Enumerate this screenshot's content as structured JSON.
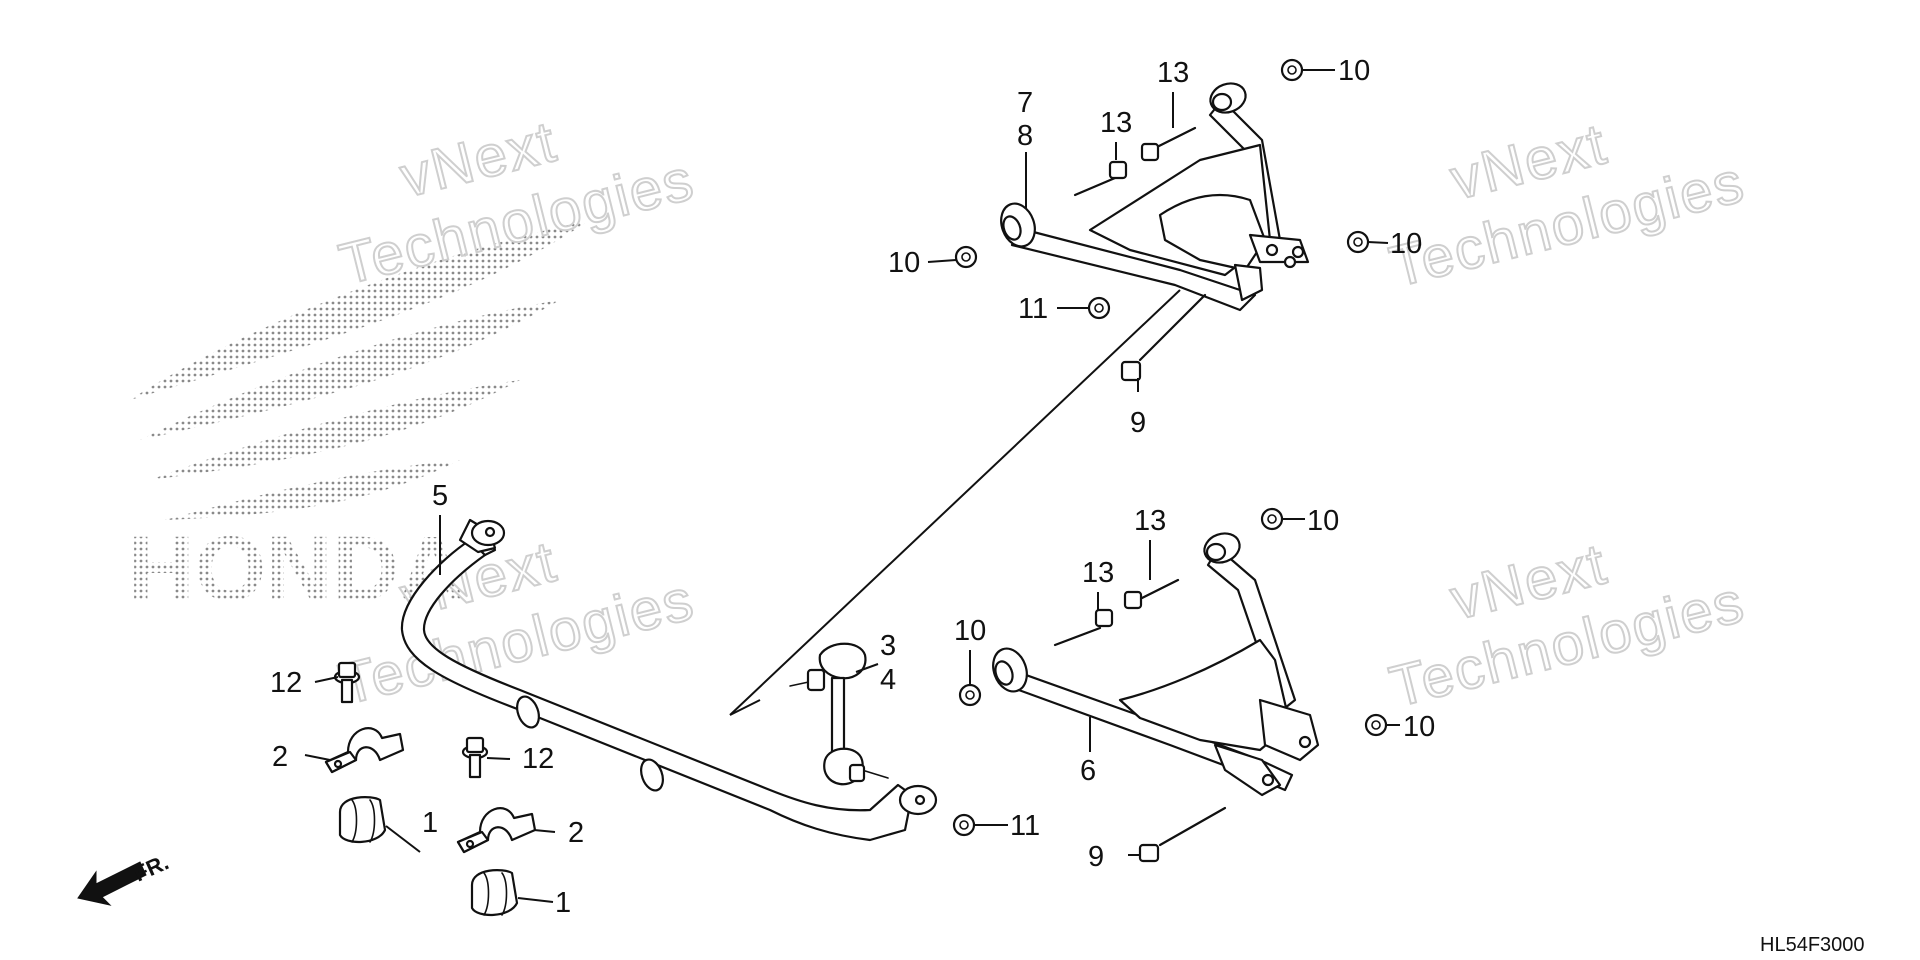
{
  "diagram": {
    "drawing_code": "HL54F3000",
    "front_label": "FR.",
    "brand_logo_text": "HONDA",
    "watermark": {
      "line1": "vNext",
      "line2": "Technologies"
    },
    "callouts": {
      "c1a": "1",
      "c1b": "1",
      "c2a": "2",
      "c2b": "2",
      "c3": "3",
      "c4": "4",
      "c5": "5",
      "c6": "6",
      "c7": "7",
      "c8": "8",
      "c9a": "9",
      "c9b": "9",
      "c10a": "10",
      "c10b": "10",
      "c10c": "10",
      "c10d": "10",
      "c10e": "10",
      "c10f": "10",
      "c11a": "11",
      "c11b": "11",
      "c12a": "12",
      "c12b": "12",
      "c13a": "13",
      "c13b": "13",
      "c13c": "13",
      "c13d": "13"
    },
    "icons": [
      "front-direction-arrow-icon",
      "honda-wing-logo-icon"
    ]
  }
}
